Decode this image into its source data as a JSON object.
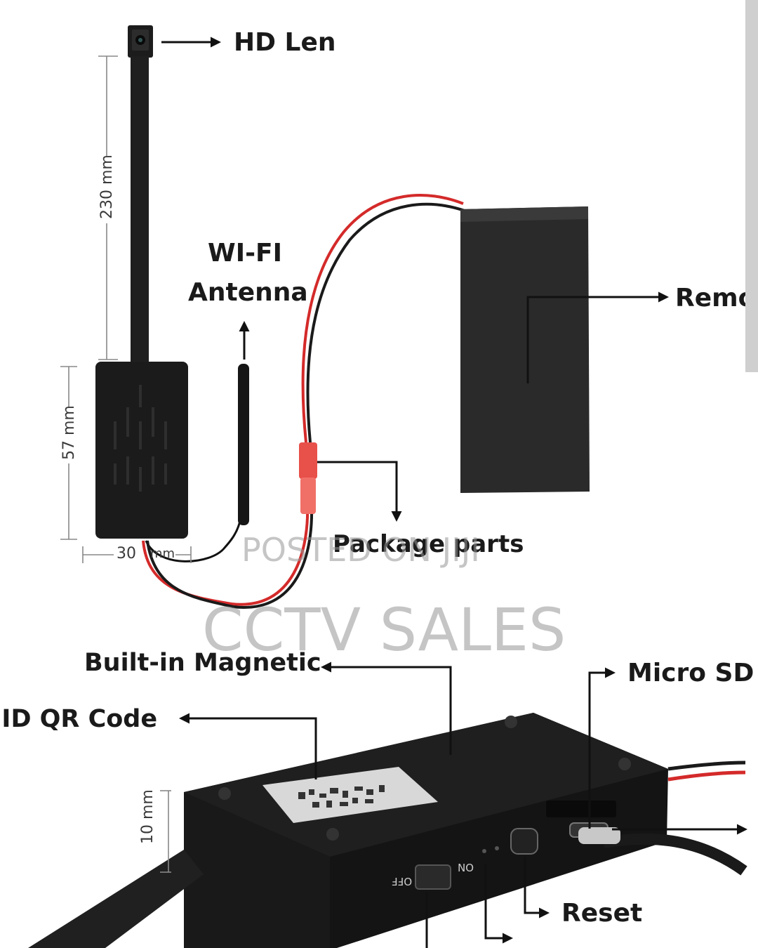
{
  "labels": {
    "hd_len": "HD Len",
    "wifi_line1": "WI-FI",
    "wifi_line2": "Antenna",
    "remote": "Remo",
    "package_parts": "Package parts",
    "built_in_magnetic": "Built-in Magnetic",
    "uid_qr_code": "UID QR Code",
    "micro_sd": "Micro SD",
    "reset": "Reset",
    "switch_off": "OFF",
    "switch_on": "ON"
  },
  "dimensions": {
    "cable_length": "230 mm",
    "module_height": "57 mm",
    "module_width_a": "30",
    "module_width_b": "mm",
    "board_thickness": "10 mm"
  },
  "watermark": {
    "line1": "POSTED ON JIJI",
    "line2": "CCTV SALES"
  },
  "colors": {
    "device_black": "#1b1b1b",
    "wire_red": "#d42a2a",
    "connector_red": "#e8504a",
    "label_text": "#1a1a1a",
    "qr_sticker": "#d8d8d8"
  }
}
